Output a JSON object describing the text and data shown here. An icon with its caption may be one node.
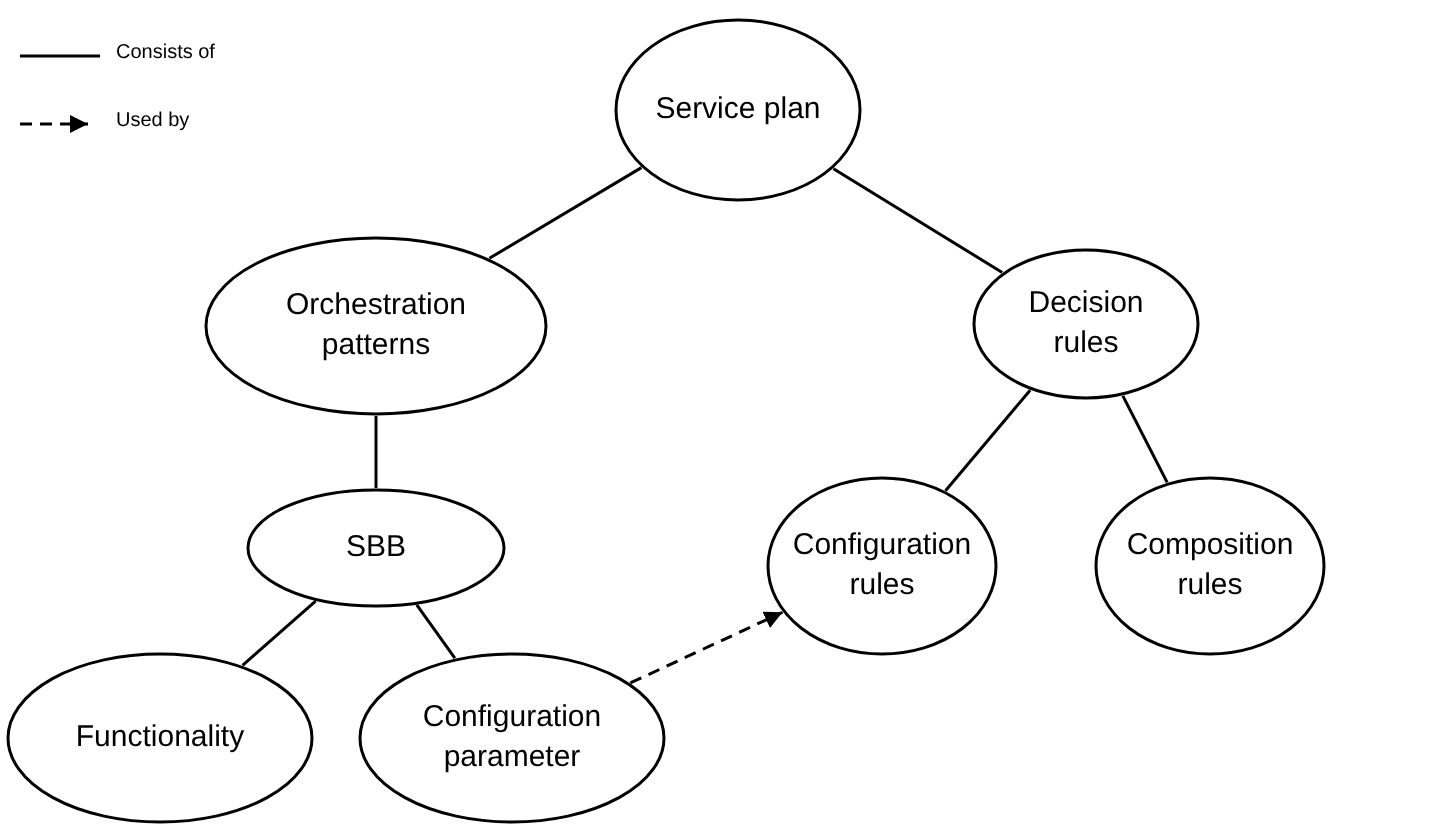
{
  "diagram": {
    "nodes": [
      {
        "text": [
          "Service plan"
        ]
      },
      {
        "text": [
          "Orchestration patterns"
        ]
      },
      {
        "text": [
          "Decision rules"
        ]
      },
      {
        "text": [
          "SBB"
        ]
      },
      {
        "text": [
          "Configuration rules"
        ]
      },
      {
        "text": [
          "Composition rules"
        ]
      },
      {
        "text": [
          "Functionality"
        ]
      },
      {
        "text": [
          "Configuration parameter"
        ]
      }
    ],
    "edges": [
      {
        "from": 0,
        "to": 1,
        "arrow": "none"
      },
      {
        "from": 0,
        "to": 2,
        "arrow": "none"
      },
      {
        "from": 1,
        "to": 3,
        "arrow": "none"
      },
      {
        "from": 3,
        "to": 6,
        "arrow": "none"
      },
      {
        "from": 3,
        "to": 7,
        "arrow": "none"
      },
      {
        "from": 2,
        "to": 4,
        "arrow": "none"
      },
      {
        "from": 2,
        "to": 5,
        "arrow": "none"
      },
      {
        "from": 7,
        "to": 4,
        "arrow": "to",
        "style": "dashed"
      }
    ],
    "legend": [
      {
        "text": "Consists of"
      },
      {
        "text": "Used by"
      }
    ]
  }
}
